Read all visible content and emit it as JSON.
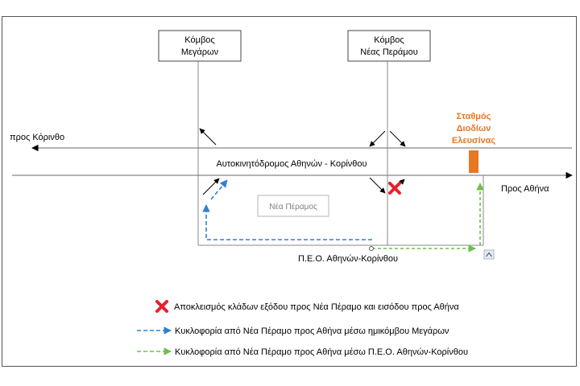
{
  "nodes": {
    "megara": [
      "Κόμβος",
      "Μεγάρων"
    ],
    "nea_peramos": [
      "Κόμβος",
      "Νέας Περάμου"
    ]
  },
  "toll_station": [
    "Σταθμός",
    "Διοδίων",
    "Ελευσίνας"
  ],
  "directions": {
    "corinth": "προς Κόρινθο",
    "athens": "Προς Αθήνα"
  },
  "highway_label": "Αυτοκινητόδρομος Αθηνών - Κορίνθου",
  "town_label": "Νέα Πέραμος",
  "old_road_label": "Π.Ε.Ο. Αθηνών-Κορίνθου",
  "legend": {
    "closure": "Αποκλεισμός κλάδων εξόδου προς Νέα Πέραμο και εισόδου προς Αθήνα",
    "blue_route": "Κυκλοφορία από Νέα Πέραμο προς Αθήνα μέσω ημικόμβου Μεγάρων",
    "green_route": "Κυκλοφορία από Νέα Πέραμο προς Αθήνα μέσω Π.Ε.Ο. Αθηνών-Κορίνθου"
  },
  "colors": {
    "closure": "#e8202a",
    "blue_route": "#2f7fd6",
    "green_route": "#6cc04a",
    "toll": "#e87722"
  }
}
